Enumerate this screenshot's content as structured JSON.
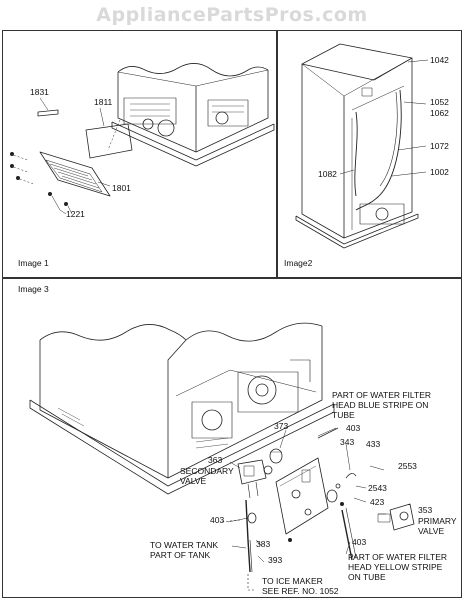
{
  "watermark": "AppliancePartsPros.com",
  "panels": {
    "image1": {
      "title": "Image 1",
      "labels": {
        "p1831": "1831",
        "p1811": "1811",
        "p1801": "1801",
        "p1221": "1221"
      }
    },
    "image2": {
      "title": "Image2",
      "labels": {
        "p1042": "1042",
        "p1052": "1052",
        "p1062": "1062",
        "p1072": "1072",
        "p1082": "1082",
        "p1002": "1002"
      }
    },
    "image3": {
      "title": "Image 3",
      "labels": {
        "p373": "373",
        "p403a": "403",
        "p343": "343",
        "p433": "433",
        "p2553": "2553",
        "p363": "363",
        "p2543": "2543",
        "p423": "423",
        "p353": "353",
        "p403b": "403",
        "p383": "383",
        "p403c": "403",
        "p393": "393"
      },
      "captions": {
        "blue_stripe": [
          "PART OF WATER FILTER",
          "HEAD BLUE STRIPE ON",
          "TUBE"
        ],
        "secondary_valve": [
          "SECONDARY",
          "VALVE"
        ],
        "primary_valve": [
          "PRIMARY",
          "VALVE"
        ],
        "water_tank": [
          "TO WATER TANK",
          "PART OF TANK"
        ],
        "yellow_stripe": [
          "PART OF WATER FILTER",
          "HEAD YELLOW STRIPE",
          "ON TUBE"
        ],
        "ice_maker": [
          "TO ICE MAKER",
          "SEE REF. NO. 1052"
        ]
      }
    }
  }
}
